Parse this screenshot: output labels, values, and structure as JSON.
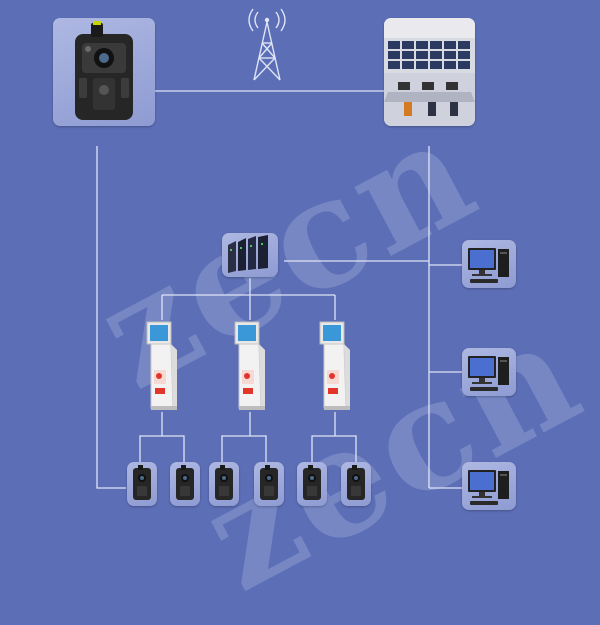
{
  "watermark": {
    "text": "zecn"
  },
  "colors": {
    "background": "#5c6eb6",
    "connector": "#dfe4f6",
    "tile": "#a3aedb",
    "device_body": "#262626",
    "kiosk_body": "#f2f2f2",
    "kiosk_screen": "#3a98d8",
    "server_rack": "#1c2033"
  },
  "icons": {
    "body_camera": "body-camera-icon",
    "antenna": "cell-tower-icon",
    "control_room": "control-room-photo",
    "server": "server-rack-icon",
    "kiosk": "kiosk-terminal-icon",
    "workstation": "desktop-computer-icon"
  },
  "nodes": {
    "camera": "body-camera",
    "tower": "cell-tower",
    "monitoring": "monitoring-center",
    "server": "storage-server",
    "kiosks": [
      "kiosk-1",
      "kiosk-2",
      "kiosk-3"
    ],
    "workstations": [
      "workstation-1",
      "workstation-2",
      "workstation-3"
    ],
    "docked_cameras": [
      "dock-cam-1",
      "dock-cam-2",
      "dock-cam-3",
      "dock-cam-4",
      "dock-cam-5",
      "dock-cam-6"
    ]
  }
}
